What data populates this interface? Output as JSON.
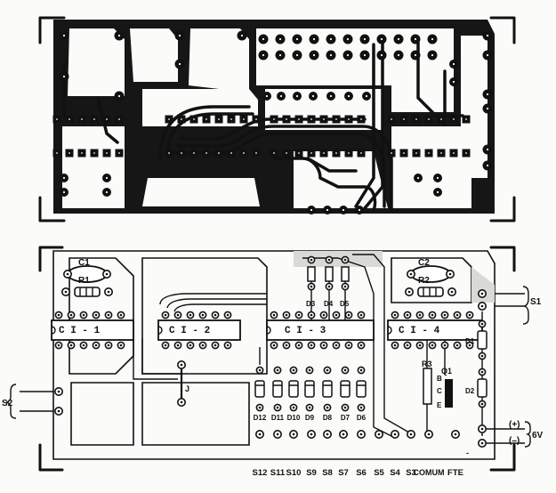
{
  "bottom_labels": [
    "S12",
    "S11",
    "S10",
    "S9",
    "S8",
    "S7",
    "S6",
    "S5",
    "S4",
    "S3",
    "COMUM",
    "FTE"
  ],
  "terminals": {
    "s2": "S2",
    "s1": "S1",
    "vplus": "(+)",
    "vminus": "(–)",
    "supply": "6V"
  },
  "caps": {
    "c1": "C1",
    "c2": "C2"
  },
  "resistors": {
    "r1": "R1",
    "r2": "R2",
    "r3": "R3"
  },
  "ics": {
    "ci1": "C I - 1",
    "ci2": "C I - 2",
    "ci3": "C I - 3",
    "ci4": "C I - 4"
  },
  "diodes_top": [
    "D3",
    "D4",
    "D5"
  ],
  "diodes_bottom": [
    "D12",
    "D11",
    "D10",
    "D9",
    "D8",
    "D7",
    "D6"
  ],
  "diodes_right": [
    "D1",
    "D2"
  ],
  "transistor": {
    "name": "Q1",
    "b": "B",
    "c": "C",
    "e": "E"
  },
  "jumper": "J",
  "minus_mark": "-"
}
